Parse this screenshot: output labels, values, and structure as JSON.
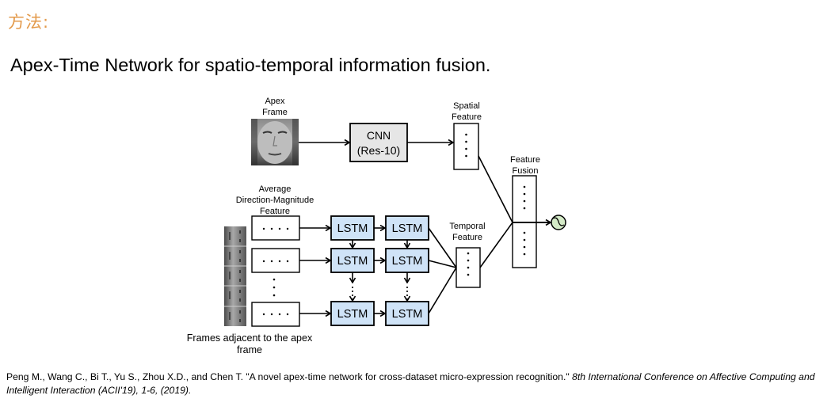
{
  "slide": {
    "section_label": "方法:",
    "title": "Apex-Time Network for spatio-temporal information fusion."
  },
  "diagram": {
    "apex_frame_label": [
      "Apex",
      "Frame"
    ],
    "cnn_box": [
      "CNN",
      "(Res-10)"
    ],
    "spatial_feature_label": [
      "Spatial",
      "Feature"
    ],
    "feature_fusion_label": [
      "Feature",
      "Fusion"
    ],
    "avg_feature_label": [
      "Average",
      "Direction-Magnitude",
      "Feature"
    ],
    "temporal_feature_label": [
      "Temporal",
      "Feature"
    ],
    "lstm_label": "LSTM",
    "feature_vector_dots": "· · · ·",
    "frames_caption": [
      "Frames adjacent to the apex",
      "frame"
    ],
    "colors": {
      "lstm_fill": "#cfe3f7",
      "cnn_fill": "#e6e6e6",
      "output_node_fill": "#d5ebc8",
      "section_label": "#e39a4b"
    }
  },
  "citation": {
    "authors_title": "Peng M., Wang C., Bi T., Yu S., Zhou X.D., and Chen T. \"A novel apex-time network for cross-dataset micro-expression recognition.\" ",
    "venue": "8th International Conference on Affective Computing and Intelligent Interaction (ACII'19), 1-6, (2019)."
  }
}
